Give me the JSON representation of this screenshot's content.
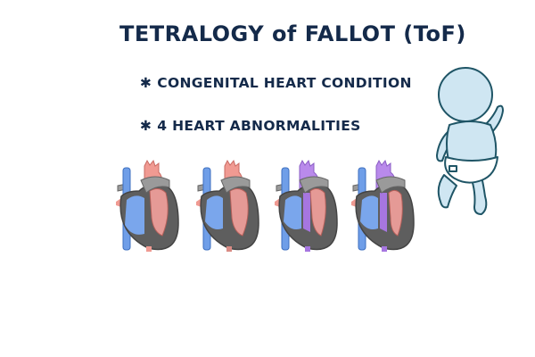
{
  "slide": {
    "title": "TETRALOGY of FALLOT (ToF)",
    "bullets": [
      {
        "marker": "✱",
        "text": "CONGENITAL HEART CONDITION"
      },
      {
        "marker": "✱",
        "text": "4 HEART ABNORMALITIES"
      }
    ]
  },
  "illustrations": {
    "hearts": [
      {
        "label": "normal-heart",
        "accent": "#e8857f"
      },
      {
        "label": "heart-abnormality-1",
        "accent": "#e8857f"
      },
      {
        "label": "heart-abnormality-2",
        "accent": "#a676e0"
      },
      {
        "label": "heart-abnormality-3",
        "accent": "#a676e0"
      }
    ],
    "baby": {
      "label": "baby-figure"
    }
  },
  "colors": {
    "text": "#142a4a",
    "vein_blue": "#6f9ee8",
    "artery_red": "#e8857f",
    "mixed_purple": "#a676e0",
    "muscle_gray": "#5e5e5e",
    "baby_fill": "#cfe6f2",
    "baby_outline": "#1f5566"
  }
}
